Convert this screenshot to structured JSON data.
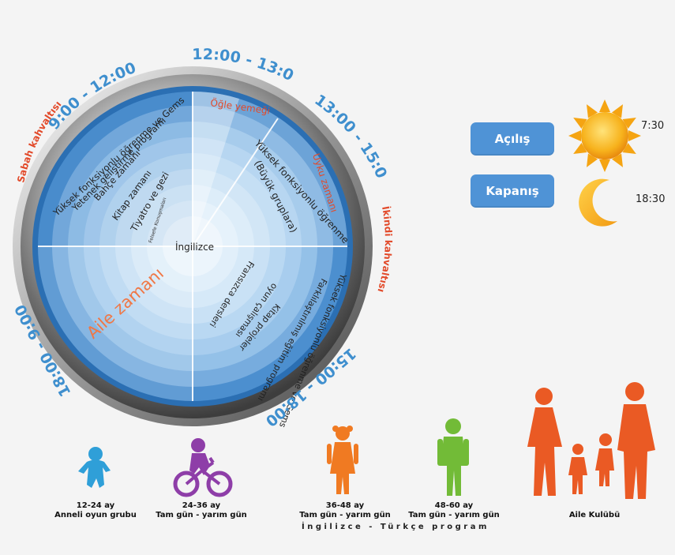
{
  "wheel": {
    "center_label": "İngilizce",
    "inner_label": "Felsefe Konuşmaları",
    "family_time": "Aile zamanı",
    "lunch": "Öğle yemeği",
    "nap": "Uyku zamanı",
    "topleft_items": [
      "Yüksek fonksiyonlu öğrenme ve Gems",
      "Yetenek geliştirme programı",
      "Bahçe zamanı",
      "Kitap zamanı",
      "Tiyatro ve gezi"
    ],
    "topright_lines": [
      "Yüksek fonksiyonlu öğrenme",
      "(Büyük gruplara)"
    ],
    "bottomright_items": [
      "Yüksek fonksiyonlu öğrenme ve Gems",
      "Farklılaştırılmış eğitim programı",
      "Kitap projeler",
      "oyun çalışması",
      "Fransızca dersleri"
    ]
  },
  "schedule": {
    "t1": "9:00 - 12:00",
    "t2": "12:00 - 13:00",
    "t3": "13:00 - 15:00",
    "t4": "15:00 - 18:00",
    "t5": "18:00 - 9:00",
    "breakfast": "Sabah kahvaltısı",
    "afternoon": "İkindi kahvaltısı"
  },
  "hours": {
    "open_label": "Açılış",
    "close_label": "Kapanış",
    "open_time": "7:30",
    "close_time": "18:30",
    "sun_icon": "sun-icon",
    "moon_icon": "moon-icon"
  },
  "groups": [
    {
      "age": "12-24 ay",
      "label": "Anneli oyun grubu",
      "color": "#2f9fd8"
    },
    {
      "age": "24-36 ay",
      "label": "Tam gün - yarım gün",
      "color": "#8e3ea8"
    },
    {
      "age": "36-48 ay",
      "label": "Tam gün - yarım gün",
      "color": "#f07a22"
    },
    {
      "age": "48-60 ay",
      "label": "Tam gün - yarım gün",
      "color": "#72bb37"
    },
    {
      "age": "",
      "label": "Aile Kulübü",
      "color": "#ea5a24"
    }
  ],
  "program_label": "İngilizce - Türkçe program",
  "colors": {
    "label_blue": "#3f8fce",
    "label_red": "#e24a2a",
    "ring_dark": "#2b6fb3",
    "ring_light": "#cfe6f6",
    "family_orange": "#f07745"
  }
}
